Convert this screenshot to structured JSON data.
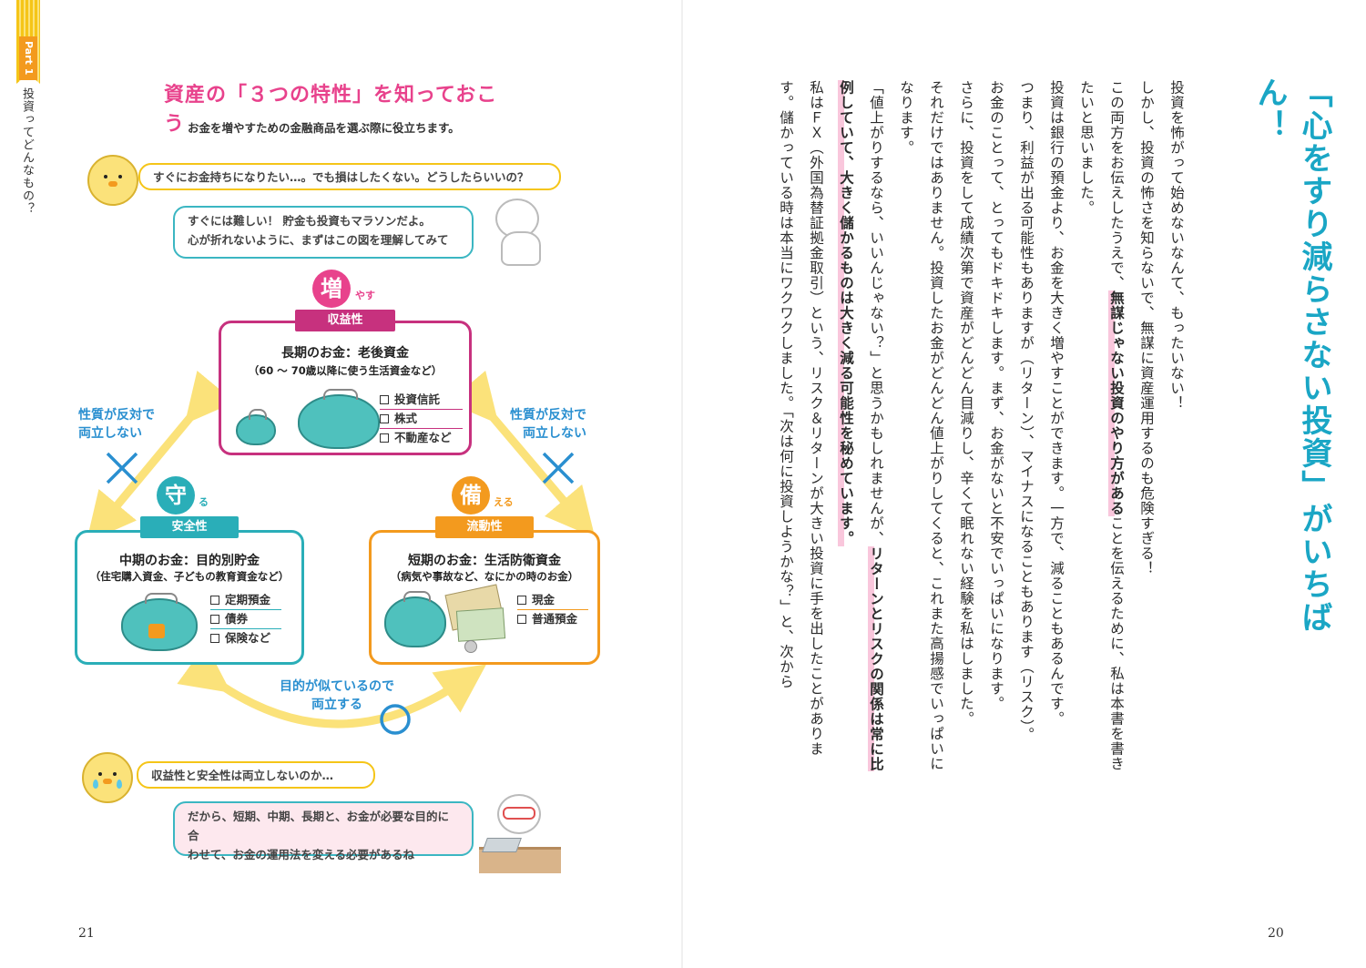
{
  "side": {
    "part": "Part 1",
    "chapter": "投資ってどんなもの？"
  },
  "pages": {
    "left": "21",
    "right": "20"
  },
  "diagram": {
    "title": "資産の「３つの特性」を知っておこう",
    "subtitle": "お金を増やすための金融商品を選ぶ際に役立ちます。",
    "bubble_top_chick": "すぐにお金持ちになりたい…。でも損はしたくない。どうしたらいいの？",
    "bubble_top_alpaca": [
      "すぐには難しい！ 貯金も投資もマラソンだよ。",
      "心が折れないように、まずはこの図を理解してみて"
    ],
    "bubble_bottom_chick": "収益性と安全性は両立しないのか…",
    "bubble_bottom_alpaca": [
      "だから、短期、中期、長期と、お金が必要な目的に合",
      "わせて、お金の運用法を変える必要があるね"
    ],
    "boxes": {
      "increase": {
        "kanji": "増",
        "suffix": "やす",
        "label": "収益性",
        "title": "長期のお金：老後資金",
        "sub": "（60 ～ 70歳以降に使う生活資金など）",
        "items": [
          "投資信託",
          "株式",
          "不動産など"
        ]
      },
      "protect": {
        "kanji": "守",
        "suffix": "る",
        "label": "安全性",
        "title": "中期のお金：目的別貯金",
        "sub": "（住宅購入資金、子どもの教育資金など）",
        "items": [
          "定期預金",
          "債券",
          "保険など"
        ]
      },
      "prepare": {
        "kanji": "備",
        "suffix": "える",
        "label": "流動性",
        "title": "短期のお金：生活防衛資金",
        "sub": "（病気や事故など、なにかの時のお金）",
        "items": [
          "現金",
          "普通預金"
        ]
      }
    },
    "relations": {
      "left": [
        "性質が反対で",
        "両立しない"
      ],
      "right": [
        "性質が反対で",
        "両立しない"
      ],
      "bottom": [
        "目的が似ているので",
        "両立する"
      ]
    },
    "colors": {
      "pink": "#c7317e",
      "teal": "#2aaeb8",
      "orange": "#f39a1e",
      "blue": "#2a8fd0",
      "arrow": "#fbe27a"
    }
  },
  "article": {
    "headline": "「心をすり減らさない投資」がいちばん！",
    "p1": "投資を怖がって始めないなんて、もったいない！",
    "p2": "しかし、投資の怖さを知らないで、無謀に資産運用するのも危険すぎる！",
    "p3a": "この両方をお伝えしたうえで、",
    "p3b": "無謀じゃない投資のやり方がある",
    "p3c": "ことを伝えるために、私は本書を書きたいと思いました。",
    "p4": "投資は銀行の預金より、お金を大きく増やすことができます。一方で、減ることもあるんです。",
    "p5": "つまり、利益が出る可能性もありますが（リターン）、マイナスになることもあります（リスク）。",
    "p6": "お金のことって、とってもドキドキします。まず、お金がないと不安でいっぱいになります。",
    "p7": "さらに、投資をして成績次第で資産がどんどん目減りし、辛くて眠れない経験を私はしました。",
    "p8": "それだけではありません。投資したお金がどんどん値上がりしてくると、これまた高揚感でいっぱいになります。",
    "p9a": "「値上がりするなら、いいんじゃない？」と思うかもしれませんが、",
    "p9b": "リターンとリスクの関係は常に比例していて、大きく儲かるものは大きく減る可能性を秘めています。",
    "p10": "私はＦＸ（外国為替証拠金取引）という、リスク＆リターンが大きい投資に手を出したことがあります。儲かっている時は本当にワクワクしました。「次は何に投資しようかな？」と、次から"
  }
}
